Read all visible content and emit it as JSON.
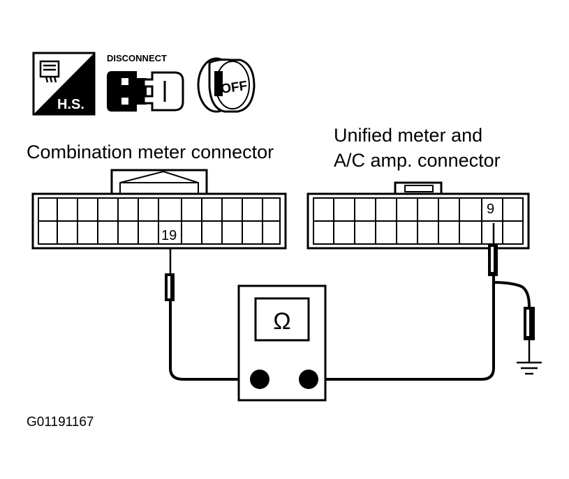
{
  "icons": {
    "hs_label": "H.S.",
    "disconnect_label": "DISCONNECT",
    "ignition_label": "OFF"
  },
  "left_connector": {
    "title": "Combination meter connector",
    "pin": "19"
  },
  "right_connector": {
    "title_line1": "Unified meter and",
    "title_line2": "A/C amp. connector",
    "pin": "9"
  },
  "meter": {
    "symbol": "Ω",
    "icon": "ohmmeter-icon"
  },
  "ground": {
    "icon": "ground-icon"
  },
  "figure_code": "G01191167"
}
